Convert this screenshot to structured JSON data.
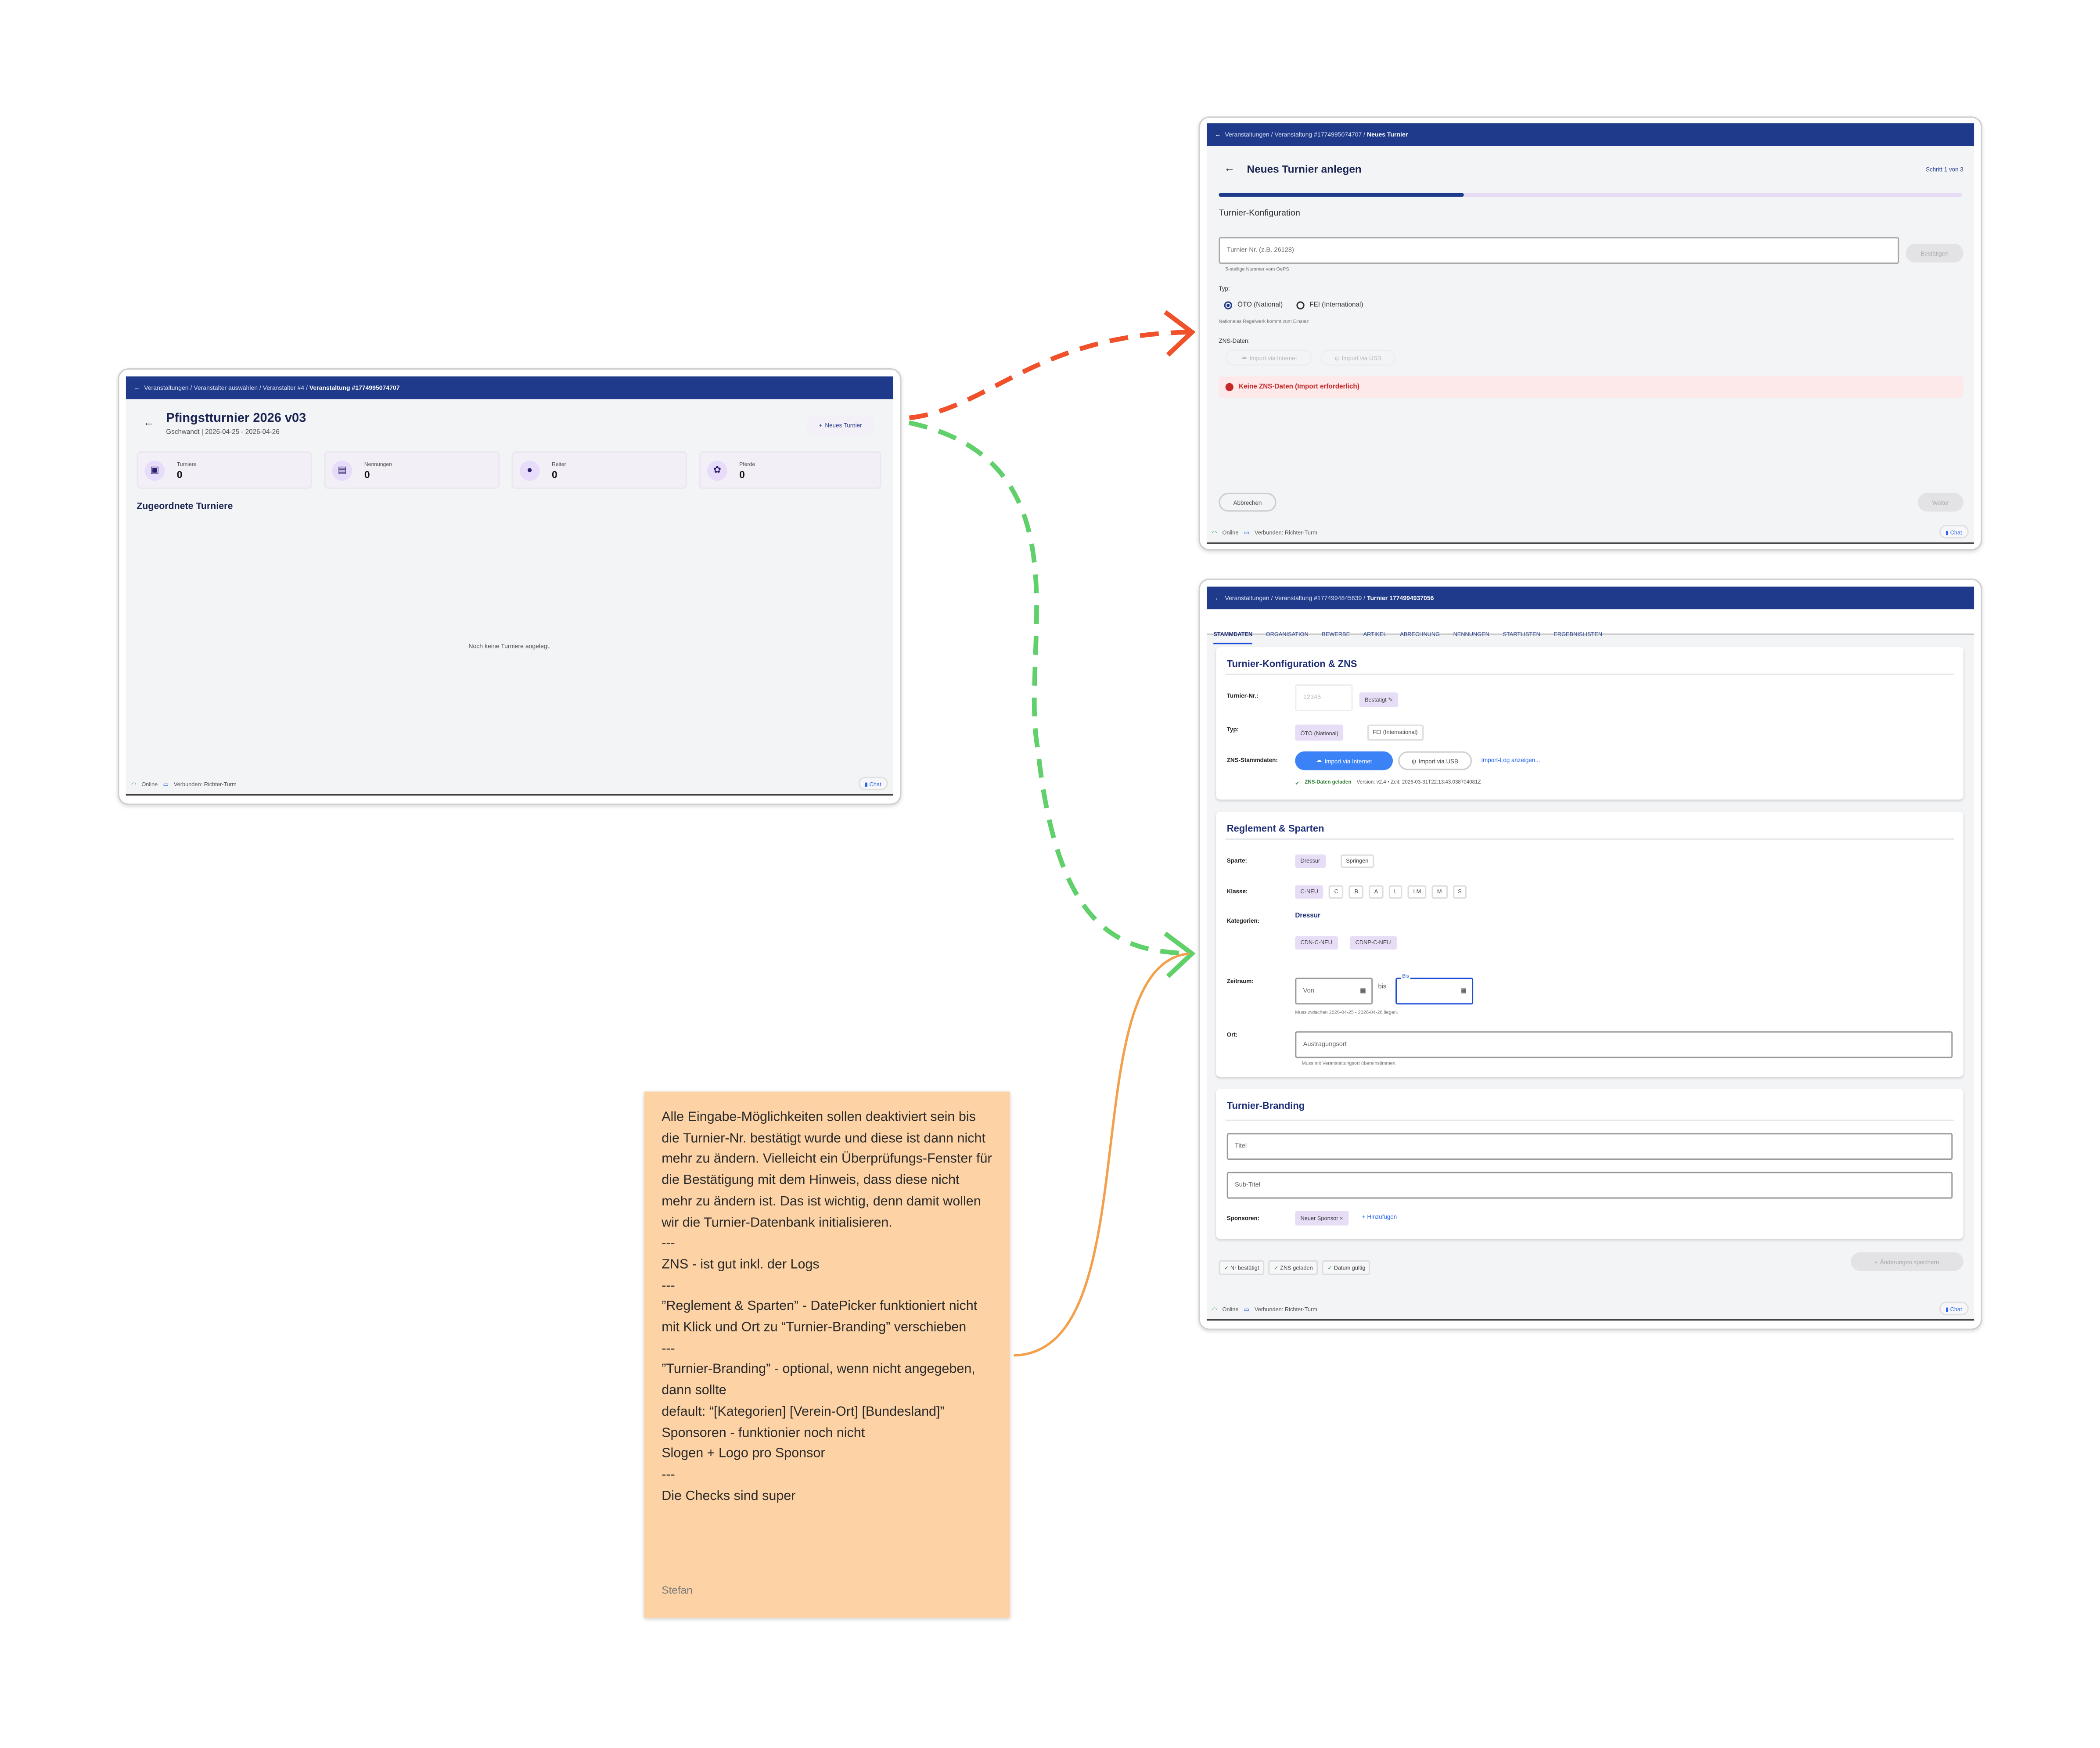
{
  "screen1": {
    "breadcrumb": [
      "Veranstaltungen",
      "Veranstalter auswählen",
      "Veranstalter #4",
      "Veranstaltung #1774995074707"
    ],
    "title": "Pfingstturnier 2026 v03",
    "subtitle": "Gschwandt | 2026-04-25 - 2026-04-26",
    "new_button": "Neues Turnier",
    "stats": [
      {
        "label": "Turniere",
        "value": "0",
        "icon": "calendar-icon"
      },
      {
        "label": "Nennungen",
        "value": "0",
        "icon": "document-icon"
      },
      {
        "label": "Reiter",
        "value": "0",
        "icon": "person-icon"
      },
      {
        "label": "Pferde",
        "value": "0",
        "icon": "paw-icon"
      }
    ],
    "section_title": "Zugeordnete Turniere",
    "empty_text": "Noch keine Turniere angelegt.",
    "footer": {
      "online": "Online",
      "connected": "Verbunden: Richter-Turm",
      "chat": "Chat"
    }
  },
  "screen2": {
    "breadcrumb": [
      "Veranstaltungen",
      "Veranstaltung #1774995074707",
      "Neues Turnier"
    ],
    "title": "Neues Turnier anlegen",
    "step": "Schritt 1 von 3",
    "progress": 0.33,
    "section": "Turnier-Konfiguration",
    "nr_placeholder": "Turnier-Nr. (z.B. 26128)",
    "confirm_button": "Bestätigen",
    "nr_hint": "5-stellige Nummer vom OePS",
    "type_label": "Typ:",
    "type_options": [
      "ÖTO (National)",
      "FEI (International)"
    ],
    "type_selected": "ÖTO (National)",
    "type_hint": "Nationales Regelwerk kommt zum Einsatz",
    "zns_label": "ZNS-Daten:",
    "import_internet": "Import via Internet",
    "import_usb": "Import via USB",
    "alert": "Keine ZNS-Daten (Import erforderlich)",
    "cancel": "Abbrechen",
    "next": "Weiter",
    "footer": {
      "online": "Online",
      "connected": "Verbunden: Richter-Turm",
      "chat": "Chat"
    }
  },
  "screen3": {
    "breadcrumb": [
      "Veranstaltungen",
      "Veranstaltung #1774994845639",
      "Turnier 1774994937056"
    ],
    "tabs": [
      "STAMMDATEN",
      "ORGANISATION",
      "BEWERBE",
      "ARTIKEL",
      "ABRECHNUNG",
      "NENNUNGEN",
      "STARTLISTEN",
      "ERGEBNISLISTEN"
    ],
    "active_tab": "STAMMDATEN",
    "card1": {
      "title": "Turnier-Konfiguration & ZNS",
      "nr_label": "Turnier-Nr.:",
      "nr_value": "12345",
      "confirmed": "Bestätigt",
      "type_label": "Typ:",
      "types": [
        "ÖTO (National)",
        "FEI (International)"
      ],
      "zns_label": "ZNS-Stammdaten:",
      "import_internet": "Import via Internet",
      "import_usb": "Import via USB",
      "log_link": "Import-Log anzeigen...",
      "zns_status": "ZNS-Daten geladen",
      "zns_meta": "Version: v2.4 • Zeit: 2026-03-31T22:13:43.038704081Z"
    },
    "card2": {
      "title": "Reglement & Sparten",
      "sparte_label": "Sparte:",
      "sparten": [
        "Dressur",
        "Springen"
      ],
      "klasse_label": "Klasse:",
      "klassen": [
        "C-NEU",
        "C",
        "B",
        "A",
        "L",
        "LM",
        "M",
        "S"
      ],
      "kategorien_label": "Kategorien:",
      "kategorien_group": "Dressur",
      "kategorien": [
        "CDN-C-NEU",
        "CDNP-C-NEU"
      ],
      "zeitraum_label": "Zeitraum:",
      "von_placeholder": "Von",
      "bis_word": "bis",
      "bis_label": "Bis",
      "zeitraum_hint": "Muss zwischen 2026-04-25 - 2026-04-26 liegen.",
      "ort_label": "Ort:",
      "ort_placeholder": "Austragungsort",
      "ort_hint": "Muss mit Veranstaltungsort übereinstimmen."
    },
    "card3": {
      "title": "Turnier-Branding",
      "titel_placeholder": "Titel",
      "subtitel_placeholder": "Sub-Titel",
      "sponsoren_label": "Sponsoren:",
      "sponsor_chip": "Neuer Sponsor",
      "add_link": "+ Hinzufügen"
    },
    "checks": [
      "Nr bestätigt",
      "ZNS geladen",
      "Datum gültig"
    ],
    "save_button": "Änderungen speichern",
    "footer": {
      "online": "Online",
      "connected": "Verbunden: Richter-Turm",
      "chat": "Chat"
    }
  },
  "note": {
    "text": "Alle Eingabe-Möglichkeiten sollen deaktiviert sein bis die Turnier-Nr. bestätigt wurde und diese ist dann nicht mehr zu ändern. Vielleicht ein Überprüfungs-Fenster für die Bestätigung mit dem Hinweis, dass diese nicht mehr zu ändern ist. Das ist wichtig, denn damit wollen wir die Turnier-Datenbank initialisieren.\n---\nZNS - ist gut inkl. der Logs\n---\n”Reglement & Sparten” - DatePicker funktioniert nicht mit Klick und Ort zu “Turnier-Branding” verschieben\n---\n”Turnier-Branding” - optional, wenn nicht angegeben, dann sollte\ndefault: “[Kategorien] [Verein-Ort] [Bundesland]”\nSponsoren - funktionier noch nicht\nSlogen + Logo pro Sponsor\n---\nDie Checks sind super",
    "author": "Stefan"
  },
  "colors": {
    "header": "#1f3a8a",
    "note": "#fdd3a6",
    "arrow_red": "#f0512a",
    "arrow_green": "#5fd06a",
    "arrow_orange": "#f4a04a",
    "chip": "#e7ddf6"
  }
}
